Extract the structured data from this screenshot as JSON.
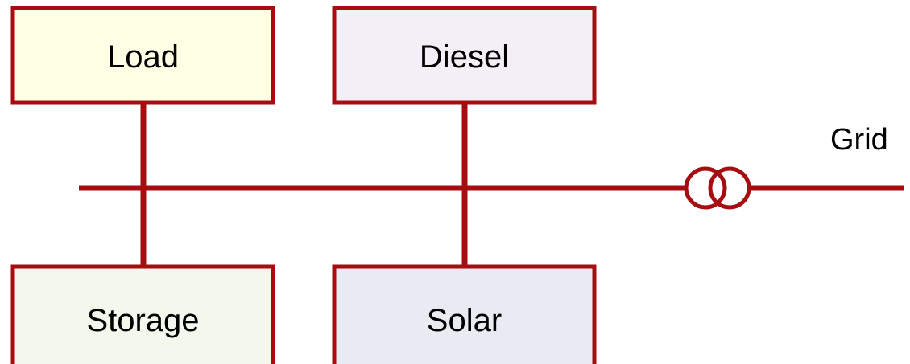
{
  "diagram": {
    "nodes": {
      "load": {
        "label": "Load",
        "fill": "#ffffe6"
      },
      "diesel": {
        "label": "Diesel",
        "fill": "#f4eef6"
      },
      "storage": {
        "label": "Storage",
        "fill": "#f3f8ec"
      },
      "solar": {
        "label": "Solar",
        "fill": "#e9ebf2"
      }
    },
    "grid_label": "Grid",
    "colors": {
      "line": "#a60d11",
      "border": "#a60d11",
      "text": "#000000"
    },
    "transformer_icon": "transformer-icon"
  }
}
